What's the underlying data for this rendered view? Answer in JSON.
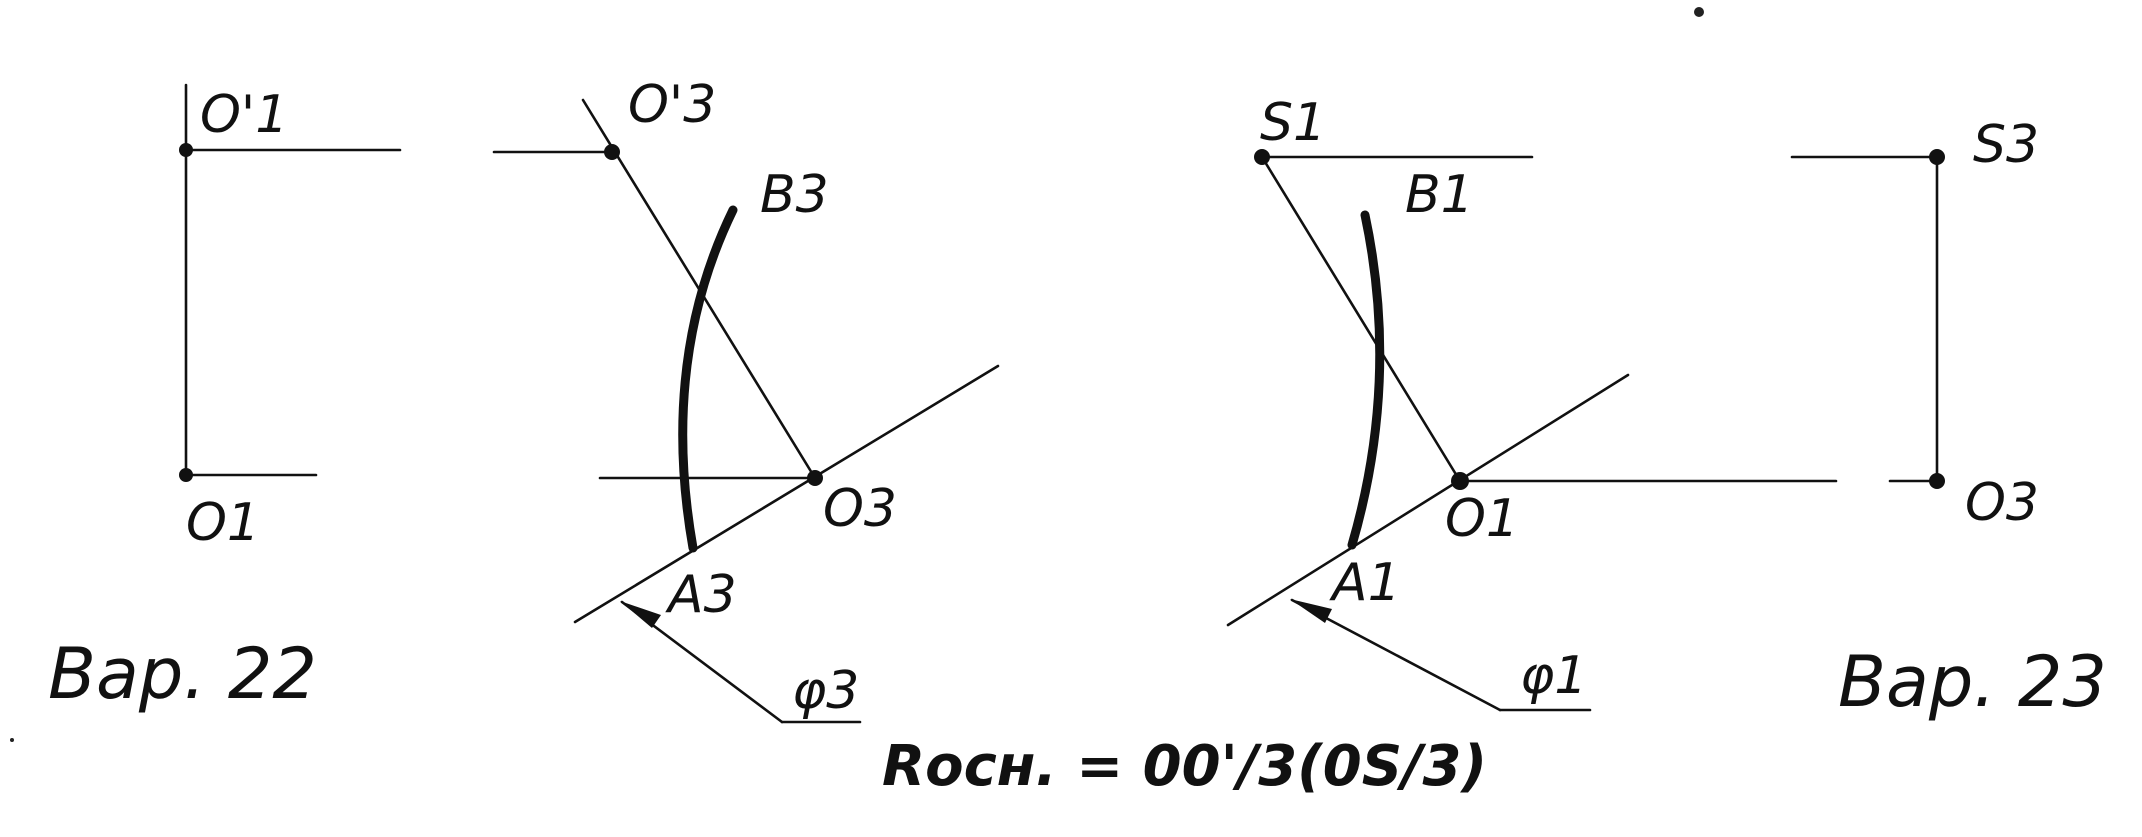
{
  "variants": {
    "left": "Вар. 22",
    "right": "Вар. 23"
  },
  "formula": "Rосн. = 00'/3(0S/3)",
  "points": {
    "o1_prime": "O'1",
    "o1_left": "O1",
    "o3_prime": "O'3",
    "o3_mid": "O3",
    "b3": "B3",
    "a3": "A3",
    "phi3": "φ3",
    "s1": "S1",
    "b1": "B1",
    "o1_mid": "O1",
    "a1": "A1",
    "phi1": "φ1",
    "s3": "S3",
    "o3_right": "O3"
  }
}
